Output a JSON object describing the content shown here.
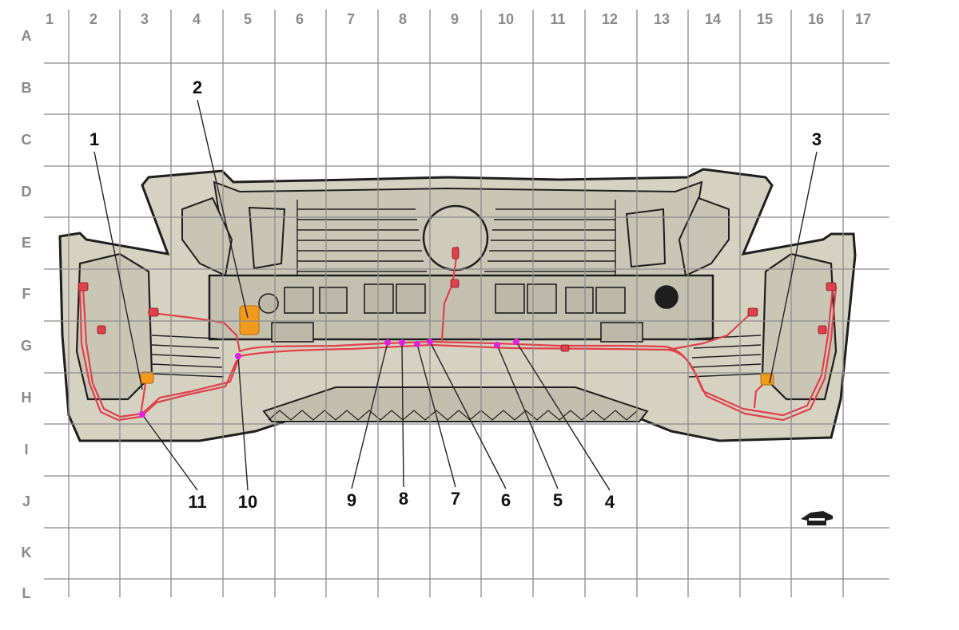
{
  "diagram": {
    "grid": {
      "columns": [
        "1",
        "2",
        "3",
        "4",
        "5",
        "6",
        "7",
        "8",
        "9",
        "10",
        "11",
        "12",
        "13",
        "14",
        "15",
        "16",
        "17"
      ],
      "rows": [
        "A",
        "B",
        "C",
        "D",
        "E",
        "F",
        "G",
        "H",
        "I",
        "J",
        "K",
        "L"
      ]
    },
    "callouts": [
      {
        "label": "1"
      },
      {
        "label": "2"
      },
      {
        "label": "3"
      },
      {
        "label": "4"
      },
      {
        "label": "5"
      },
      {
        "label": "6"
      },
      {
        "label": "7"
      },
      {
        "label": "8"
      },
      {
        "label": "9"
      },
      {
        "label": "10"
      },
      {
        "label": "11"
      }
    ],
    "colors": {
      "grid": "#8c8c8c",
      "bumper_fill": "#d6d2c2",
      "bumper_stroke": "#1e1e1e",
      "harness": "#e0404a",
      "connector_orange": "#f29a1c",
      "junction_magenta": "#e020e0",
      "leader": "#222222"
    },
    "icons": [
      "vehicle-front-icon"
    ]
  }
}
